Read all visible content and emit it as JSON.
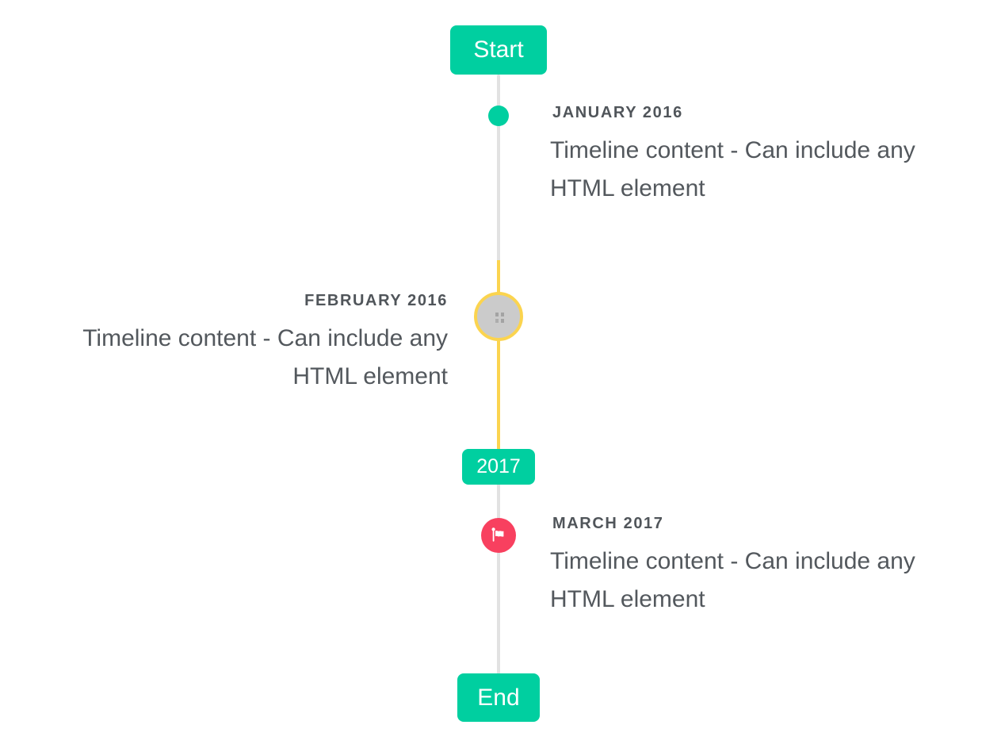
{
  "colors": {
    "accent_teal": "#00cfa0",
    "highlight_yellow": "#fbd44f",
    "flag_red": "#f8405f",
    "line_gray": "#e2e2e2",
    "muted_circle_gray": "#cbcbcb",
    "title_text": "#50555a",
    "body_text": "#53585d"
  },
  "timeline": {
    "flags": {
      "start": "Start",
      "year": "2017",
      "end": "End"
    },
    "items": [
      {
        "title": "JANUARY 2016",
        "content": "Timeline content - Can include any HTML element",
        "side": "right",
        "marker": "teal-dot-icon"
      },
      {
        "title": "FEBRUARY 2016",
        "content": "Timeline content - Can include any HTML element",
        "side": "left",
        "marker": "broken-image-icon"
      },
      {
        "title": "MARCH 2017",
        "content": "Timeline content - Can include any HTML element",
        "side": "right",
        "marker": "flag-icon"
      }
    ]
  }
}
